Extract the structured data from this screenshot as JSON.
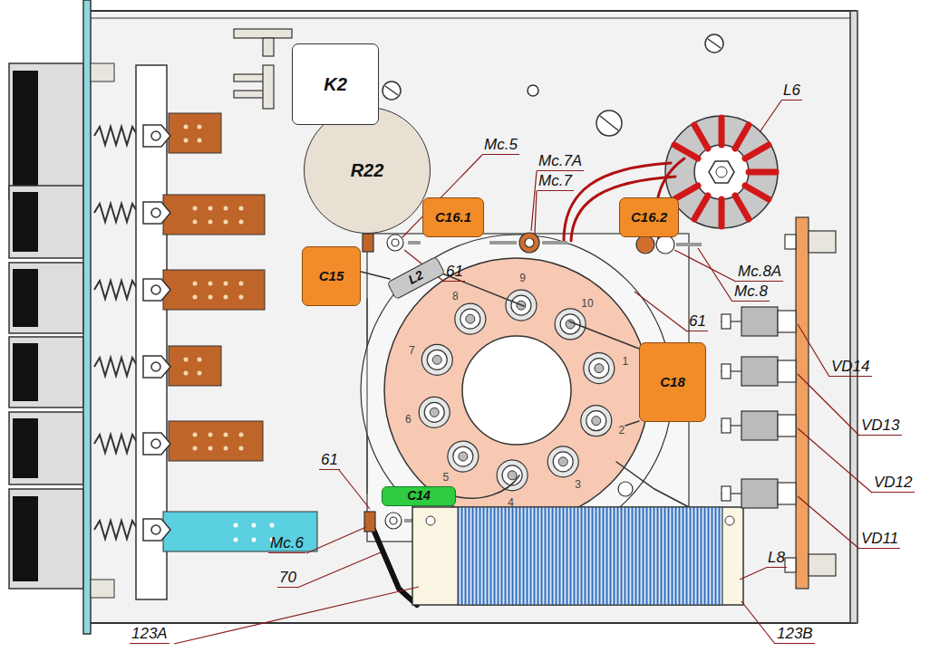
{
  "diagram": {
    "nodes": [
      {
        "text": [
          "K2"
        ]
      },
      {
        "text": [
          "R22"
        ]
      },
      {
        "text": [
          "C16.1"
        ]
      },
      {
        "text": [
          "C16.2"
        ]
      },
      {
        "text": [
          "C15"
        ]
      },
      {
        "text": [
          "L2"
        ]
      },
      {
        "text": [
          "C18"
        ]
      },
      {
        "text": [
          "C14"
        ]
      }
    ],
    "labels": [
      "L6",
      "Mc.5",
      "Mc.7A",
      "Mc.7",
      "61",
      "Mc.8A",
      "Mc.8",
      "61",
      "VD14",
      "VD13",
      "VD12",
      "VD11",
      "61",
      "Mc.6",
      "70",
      "123A",
      "L8",
      "123B",
      "8",
      "9",
      "10",
      "1",
      "2",
      "3",
      "4",
      "5",
      "6",
      "7"
    ]
  }
}
